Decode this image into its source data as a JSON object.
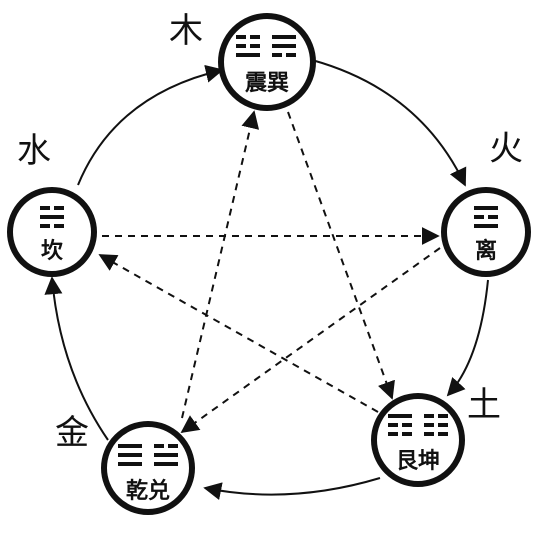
{
  "diagram": {
    "nodes": [
      {
        "id": "wood",
        "element": "木",
        "trigrams": "震巽"
      },
      {
        "id": "fire",
        "element": "火",
        "trigrams": "离"
      },
      {
        "id": "earth",
        "element": "土",
        "trigrams": "艮坤"
      },
      {
        "id": "metal",
        "element": "金",
        "trigrams": "乾兑"
      },
      {
        "id": "water",
        "element": "水",
        "trigrams": "坎"
      }
    ],
    "generating_cycle": [
      "wood→fire",
      "fire→earth",
      "earth→metal",
      "metal→water",
      "water→wood"
    ],
    "overcoming_cycle": [
      "wood→earth",
      "earth→water",
      "water→fire",
      "fire→metal",
      "metal→wood"
    ],
    "colors": {
      "ink": "#111111",
      "background": "#ffffff"
    }
  }
}
